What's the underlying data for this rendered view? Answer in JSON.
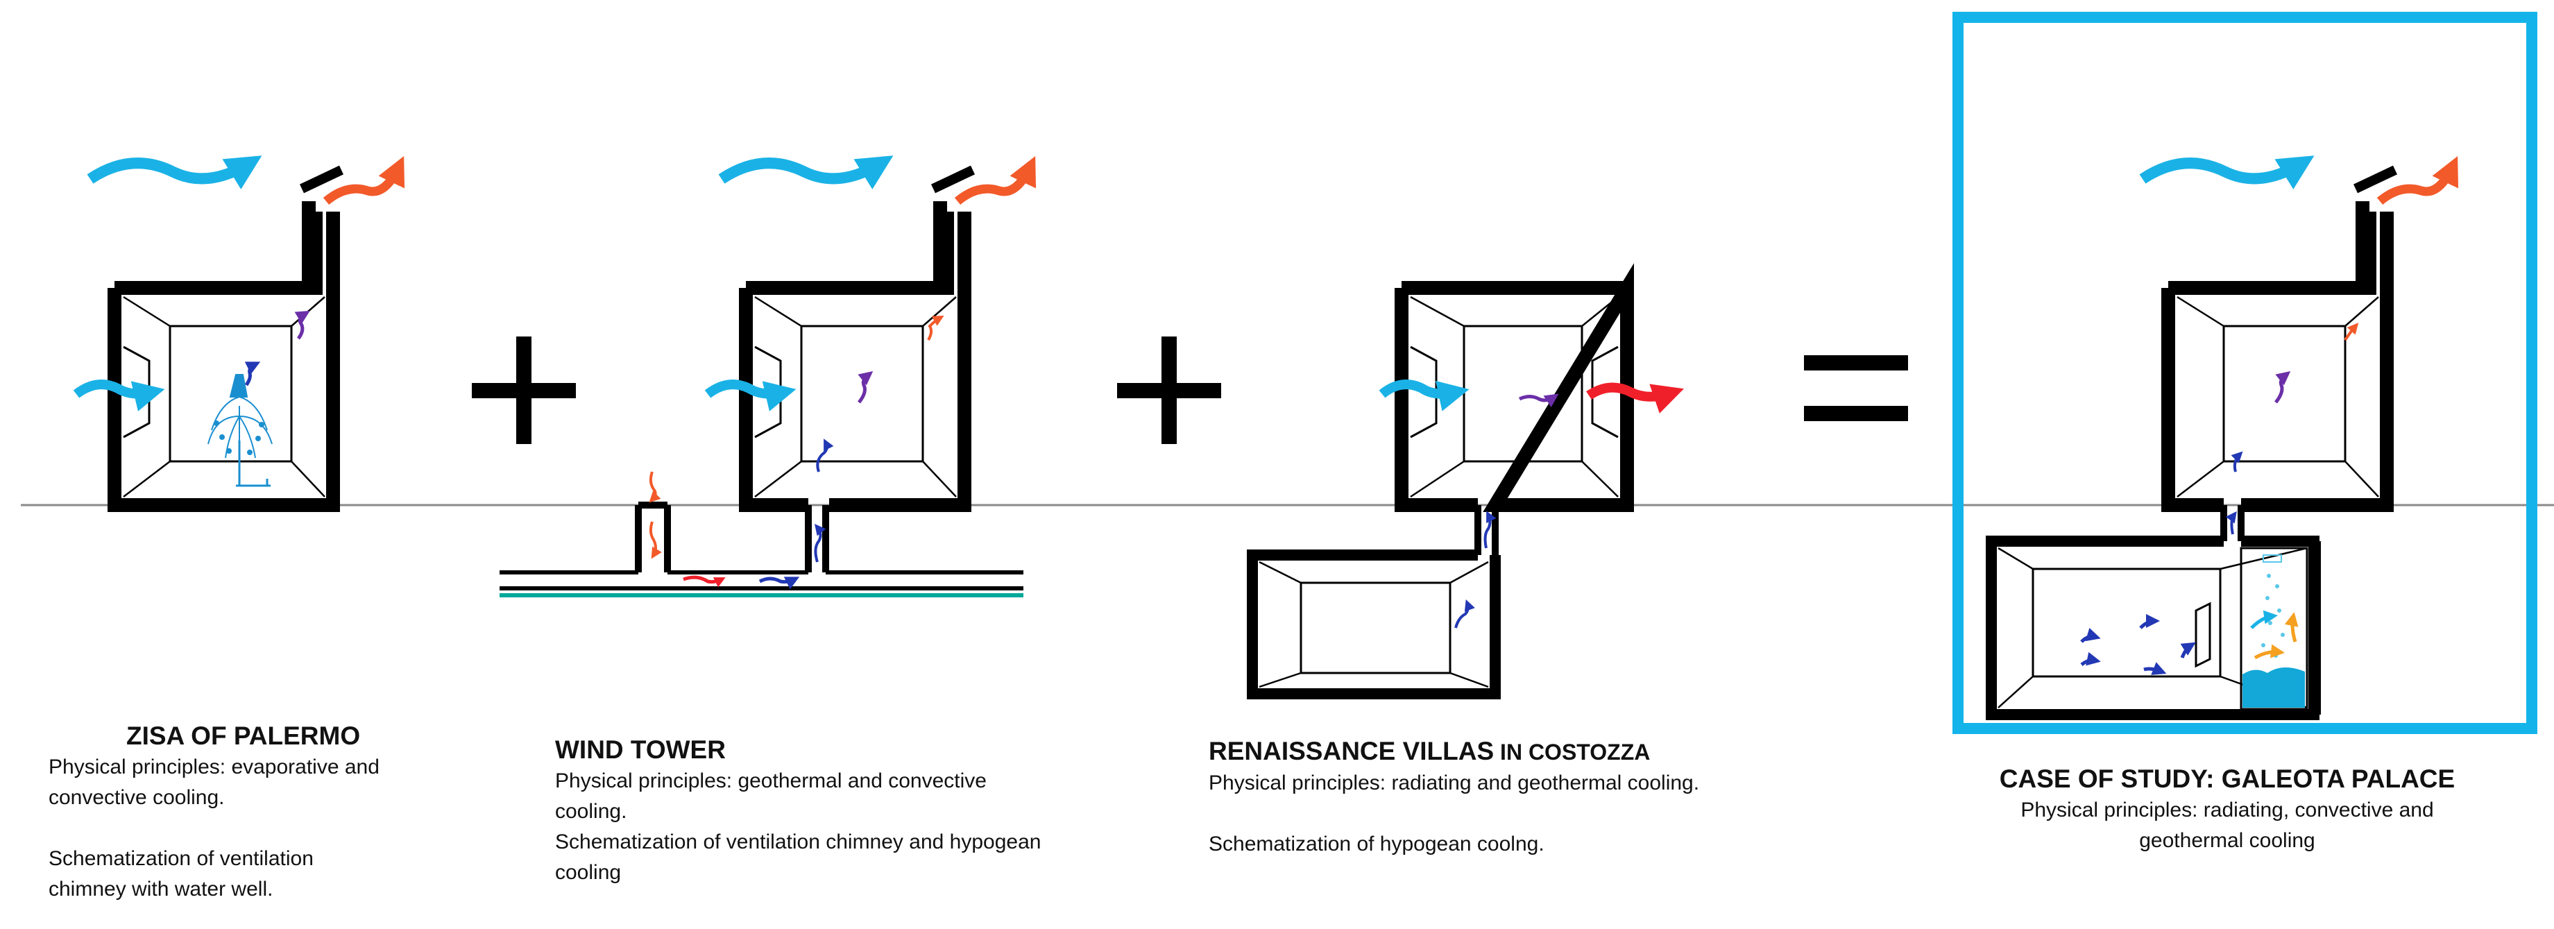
{
  "colors": {
    "wall": "#000000",
    "cold_air": "#1ab2e6",
    "hot_air": "#f25a2a",
    "hot_air_strong": "#f0202a",
    "mixed_air": "#6b2fa8",
    "cool_flow": "#2238b4",
    "water": "#13a8d8",
    "highlight_frame": "#14b4ea",
    "ground_line": "#8a8a8a",
    "channel_line": "#00a89a",
    "warm_flow": "#f5a020"
  },
  "operators": {
    "plus_1": "+",
    "plus_2": "+",
    "equals": "="
  },
  "panels": [
    {
      "id": "zisa",
      "title": "ZISA OF PALERMO",
      "lines": [
        "Physical principles: evaporative and",
        "convective cooling.",
        "",
        "Schematization of ventilation",
        "chimney with water well."
      ]
    },
    {
      "id": "wind_tower",
      "title": "WIND TOWER",
      "lines": [
        "Physical principles:   geothermal and convective",
        "cooling.",
        "Schematization of ventilation chimney and hypogean",
        "cooling"
      ]
    },
    {
      "id": "villas",
      "title_main": "RENAISSANCE VILLAS",
      "title_tail": " IN COSTOZZA",
      "lines": [
        "Physical principles:   radiating and geothermal cooling.",
        "",
        "Schematization of hypogean coolng."
      ]
    },
    {
      "id": "galeota",
      "title": "CASE OF STUDY: GALEOTA PALACE",
      "lines": [
        "Physical principles:  radiating, convective and",
        "geothermal cooling"
      ]
    }
  ]
}
